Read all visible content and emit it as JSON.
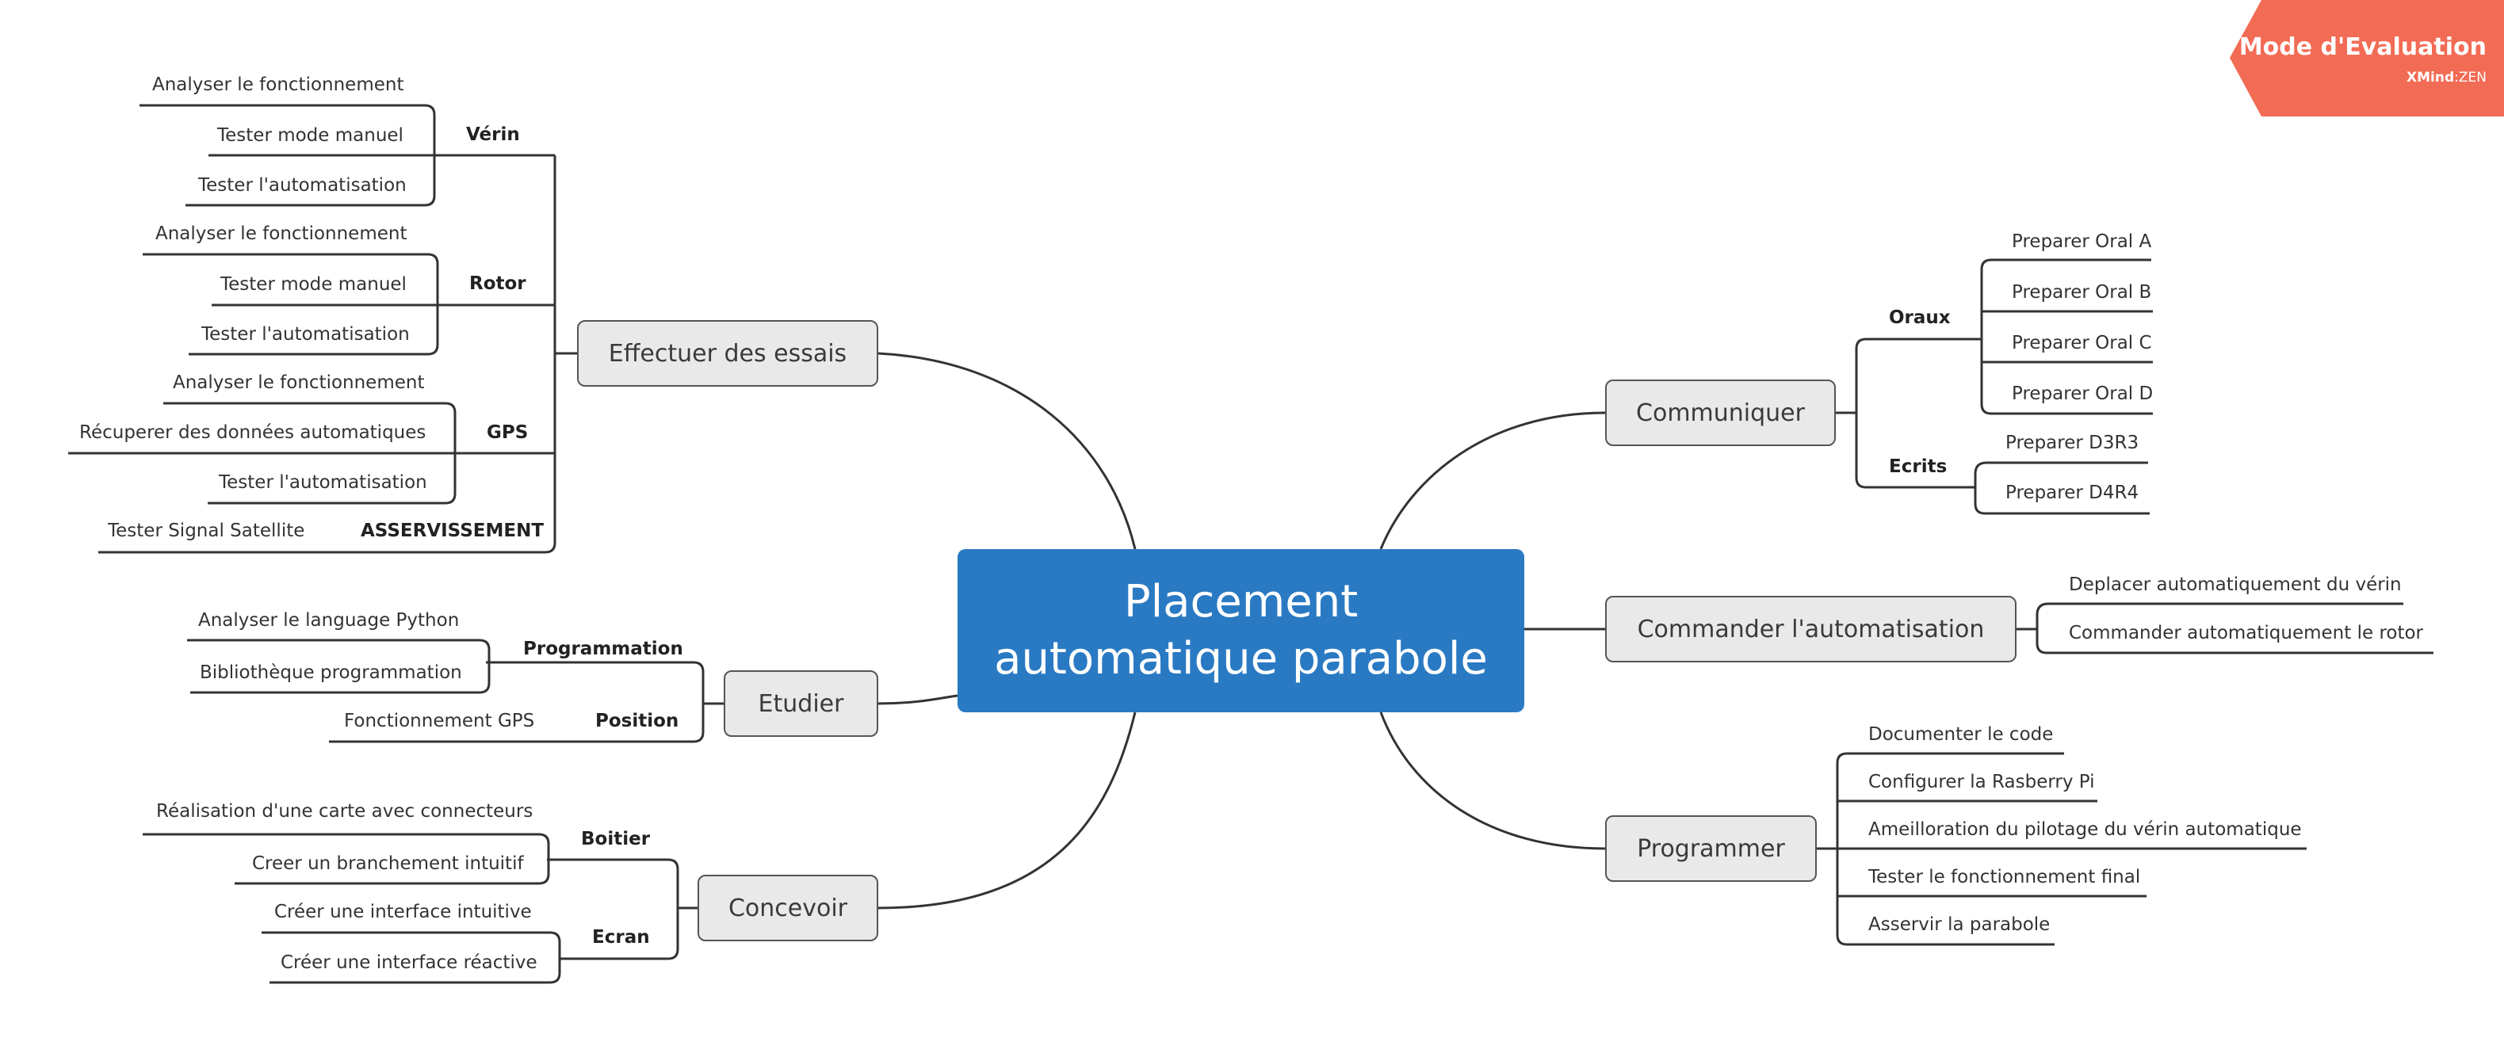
{
  "central": {
    "line1": "Placement",
    "line2": "automatique parabole"
  },
  "banner": {
    "title": "Mode d'Evaluation",
    "brand": "XMind",
    "edition": "ZEN",
    "color": "#f26b54"
  },
  "branches": {
    "essais": {
      "label": "Effectuer des essais",
      "verin": {
        "label": "Vérin",
        "items": [
          "Analyser le fonctionnement",
          "Tester mode manuel",
          "Tester l'automatisation"
        ]
      },
      "rotor": {
        "label": "Rotor",
        "items": [
          "Analyser le fonctionnement",
          "Tester mode manuel",
          "Tester l'automatisation"
        ]
      },
      "gps": {
        "label": "GPS",
        "items": [
          "Analyser le fonctionnement",
          "Récuperer des données automatiques",
          "Tester l'automatisation"
        ]
      },
      "asserv": {
        "label": "ASSERVISSEMENT",
        "items": [
          "Tester Signal Satellite"
        ]
      }
    },
    "etudier": {
      "label": "Etudier",
      "programmation": {
        "label": "Programmation",
        "items": [
          "Analyser le  language Python",
          "Bibliothèque programmation"
        ]
      },
      "position": {
        "label": "Position",
        "items": [
          "Fonctionnement GPS"
        ]
      }
    },
    "concevoir": {
      "label": "Concevoir",
      "boitier": {
        "label": "Boitier",
        "items": [
          "Réalisation d'une carte avec connecteurs",
          "Creer un branchement intuitif"
        ]
      },
      "ecran": {
        "label": "Ecran",
        "items": [
          "Créer une interface intuitive",
          "Créer une interface réactive"
        ]
      }
    },
    "communiquer": {
      "label": "Communiquer",
      "oraux": {
        "label": "Oraux",
        "items": [
          "Preparer Oral A",
          "Preparer Oral B",
          "Preparer Oral C",
          "Preparer Oral D"
        ]
      },
      "ecrits": {
        "label": "Ecrits",
        "items": [
          "Preparer D3R3",
          "Preparer D4R4"
        ]
      }
    },
    "commander": {
      "label": "Commander l'automatisation",
      "items": [
        "Deplacer automatiquement du vérin",
        "Commander automatiquement le rotor"
      ]
    },
    "programmer": {
      "label": "Programmer",
      "items": [
        "Documenter le code",
        "Configurer la Rasberry Pi",
        "Ameilloration du pilotage du vérin automatique",
        "Tester le fonctionnement final",
        "Asservir la parabole"
      ]
    }
  }
}
